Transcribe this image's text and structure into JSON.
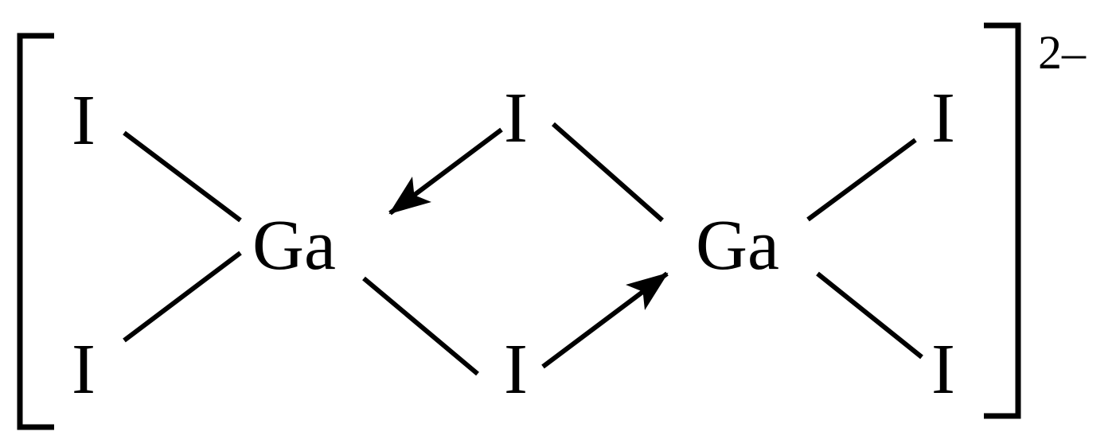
{
  "atoms": {
    "i_left_top": "I",
    "i_left_bottom": "I",
    "i_mid_top": "I",
    "i_mid_bottom": "I",
    "i_right_top": "I",
    "i_right_bottom": "I",
    "ga_left": "Ga",
    "ga_right": "Ga"
  },
  "charge": "2–"
}
